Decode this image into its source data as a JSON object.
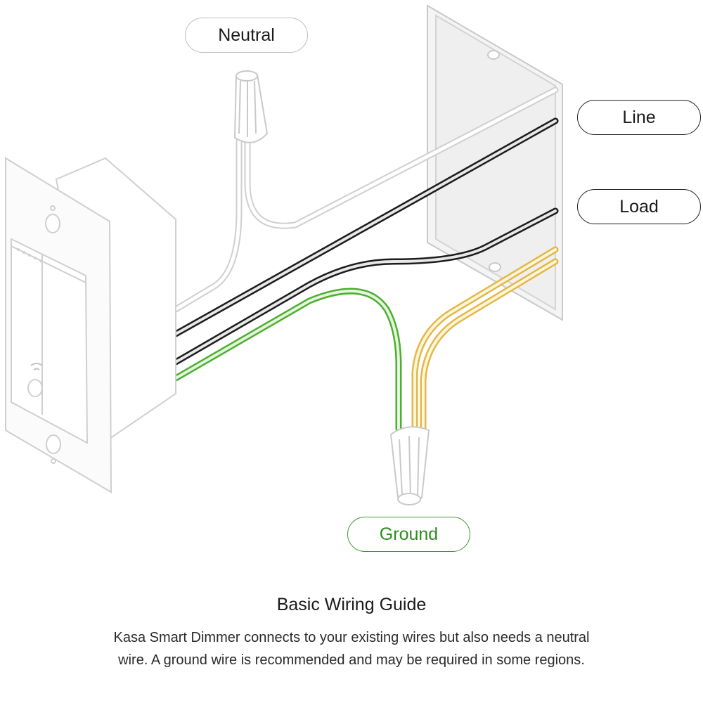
{
  "labels": {
    "neutral": "Neutral",
    "line": "Line",
    "load": "Load",
    "ground": "Ground"
  },
  "caption": {
    "title": "Basic Wiring Guide",
    "body": "Kasa Smart Dimmer connects to your existing wires but also needs a neutral wire. A ground wire is recommended and may be required in some regions."
  },
  "colors": {
    "line_wire": "#1c1c1c",
    "load_wire": "#1c1c1c",
    "neutral_wire": "#d6d6d6",
    "ground_wire": "#4caf2f",
    "load_side_wire": "#e2b84a",
    "outline": "#c9c9c9"
  }
}
